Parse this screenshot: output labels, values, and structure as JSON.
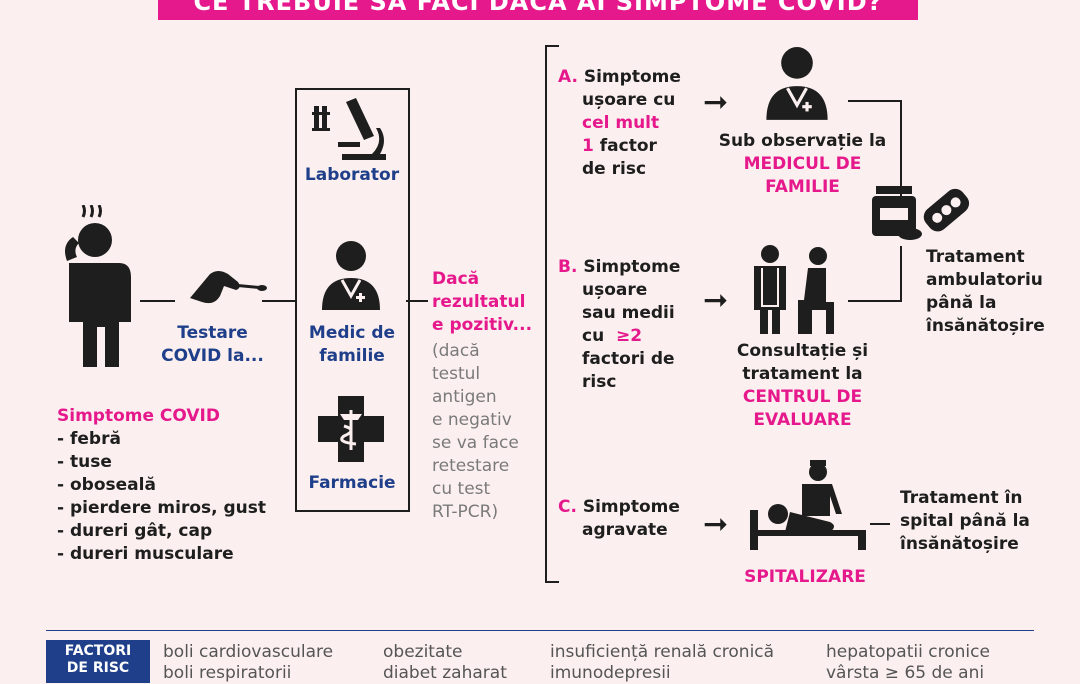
{
  "title": "CE TREBUIE SĂ FACI DACĂ AI SIMPTOME COVID?",
  "symptoms": {
    "heading": "Simptome COVID",
    "items": [
      "- febră",
      "- tuse",
      "- oboseală",
      "- pierdere miros, gust",
      "- dureri gât, cap",
      "- dureri musculare"
    ]
  },
  "testing": {
    "label_line1": "Testare",
    "label_line2": "COVID la..."
  },
  "places": {
    "laboratory": "Laborator",
    "doctor_line1": "Medic de",
    "doctor_line2": "familie",
    "pharmacy": "Farmacie"
  },
  "positive": {
    "heading_lines": [
      "Dacă",
      "rezultatul",
      "e pozitiv..."
    ],
    "note_lines": [
      "(dacă",
      "testul",
      "antigen",
      "e negativ",
      "se  va face",
      "retestare",
      "cu test",
      "RT-PCR)"
    ]
  },
  "case_a": {
    "letter": "A.",
    "lines": [
      "Simptome",
      "ușoare cu"
    ],
    "highlight_lines": [
      "cel mult",
      "1"
    ],
    "rest_inline": "factor",
    "rest_lines": [
      "de risc"
    ],
    "outcome_line1": "Sub observație la",
    "outcome_line2": "MEDICUL DE",
    "outcome_line3": "FAMILIE"
  },
  "case_b": {
    "letter": "B.",
    "lines": [
      "Simptome",
      "ușoare",
      "sau medii"
    ],
    "cu": "cu",
    "highlight": "≥2",
    "rest_lines": [
      "factori de",
      "risc"
    ],
    "outcome_line1": "Consultație și",
    "outcome_line2": "tratament la",
    "outcome_line3": "CENTRUL DE",
    "outcome_line4": "EVALUARE"
  },
  "treatment_ambulatory": [
    "Tratament",
    "ambulatoriu",
    "până la",
    "însănătoșire"
  ],
  "case_c": {
    "letter": "C.",
    "lines": [
      "Simptome",
      "agravate"
    ],
    "outcome": "SPITALIZARE",
    "treatment_lines": [
      "Tratament în",
      "spital până la",
      "însănătoșire"
    ]
  },
  "risk_factors": {
    "badge_line1": "FACTORI",
    "badge_line2": "DE RISC",
    "col1": [
      "boli cardiovasculare",
      "boli respiratorii"
    ],
    "col2": [
      "obezitate",
      "diabet zaharat"
    ],
    "col3": [
      "insuficiență renală cronică",
      "imunodepresii"
    ],
    "col4": [
      "hepatopatii cronice",
      "vârsta ≥ 65 de ani"
    ]
  },
  "colors": {
    "accent": "#e6198c",
    "navy": "#1f3f8a",
    "background": "#fbf0ef"
  }
}
